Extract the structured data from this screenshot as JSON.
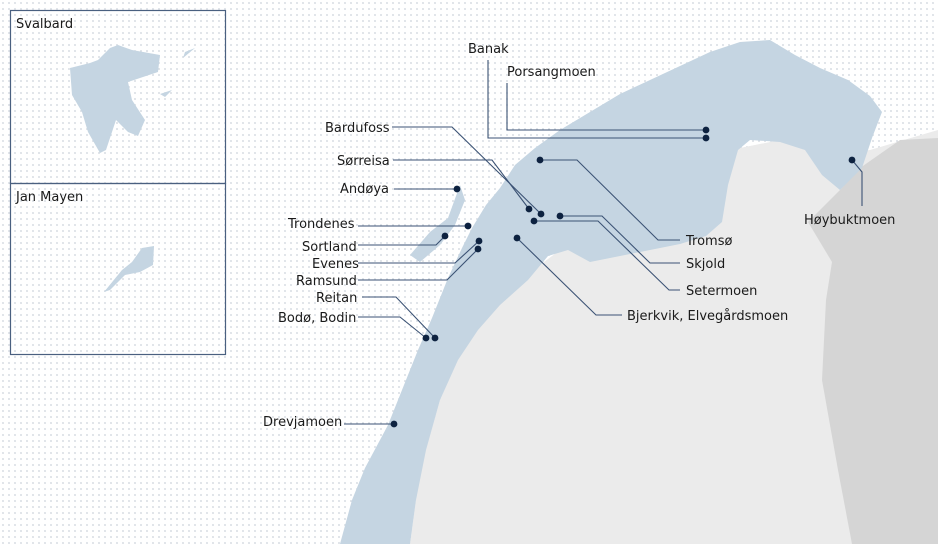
{
  "colors": {
    "norway": "#c5d5e2",
    "sweden_finland": "#ebebeb",
    "russia": "#d5d5d5",
    "marker": "#0d2240",
    "leader": "#3b5274"
  },
  "insets": {
    "svalbard": "Svalbard",
    "jan_mayen": "Jan Mayen"
  },
  "locations": {
    "banak": "Banak",
    "porsangmoen": "Porsangmoen",
    "bardufoss": "Bardufoss",
    "sorreisa": "Sørreisa",
    "andoya": "Andøya",
    "trondenes": "Trondenes",
    "sortland": "Sortland",
    "evenes": "Evenes",
    "ramsund": "Ramsund",
    "reitan": "Reitan",
    "bodo": "Bodø, Bodin",
    "drevjamoen": "Drevjamoen",
    "tromso": "Tromsø",
    "skjold": "Skjold",
    "setermoen": "Setermoen",
    "bjerkvik": "Bjerkvik, Elvegårdsmoen",
    "hoybuktmoen": "Høybuktmoen"
  }
}
